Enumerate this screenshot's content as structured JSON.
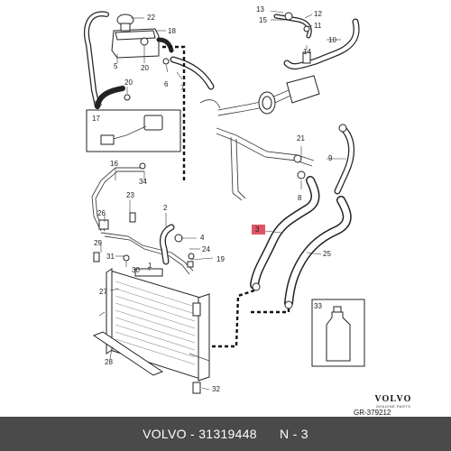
{
  "callouts": {
    "c1": "1",
    "c2": "2",
    "c3": "3",
    "c4": "4",
    "c5": "5",
    "c6": "6",
    "c7": "7",
    "c8": "8",
    "c9": "9",
    "c10": "10",
    "c11": "11",
    "c12": "12",
    "c13": "13",
    "c14": "14",
    "c15": "15",
    "c16": "16",
    "c17": "17",
    "c18": "18",
    "c19": "19",
    "c20a": "20",
    "c20b": "20",
    "c21": "21",
    "c22": "22",
    "c23": "23",
    "c24": "24",
    "c25": "25",
    "c26": "26",
    "c27": "27",
    "c28": "28",
    "c29": "29",
    "c30": "30",
    "c31": "31",
    "c32": "32",
    "c33": "33",
    "c34": "34"
  },
  "highlight": {
    "color": "#e05566"
  },
  "brand": {
    "name": "VOLVO",
    "sub": "GENUINE PARTS"
  },
  "figure_code": "GR-379212",
  "footer": {
    "brand": "VOLVO",
    "separator": "-",
    "part_number": "31319448",
    "position": "N - 3"
  }
}
